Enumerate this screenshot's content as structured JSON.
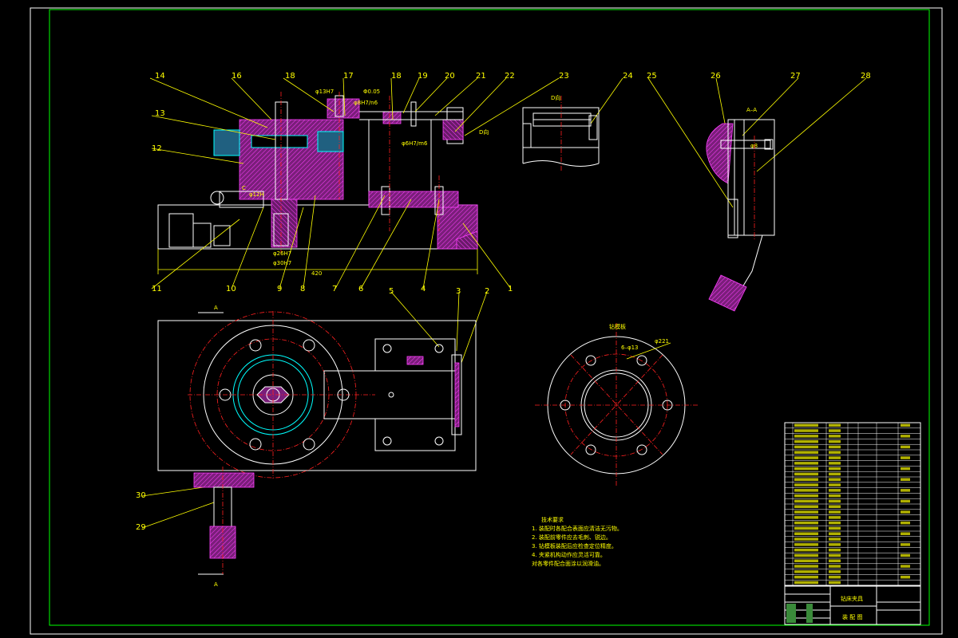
{
  "drawing": {
    "section_marks": {
      "a_top": "A",
      "a_bottom": "A",
      "section_title": "A–A",
      "view_title": "D向",
      "view_title_b": "D向",
      "bolt_circle_title": "钻模板"
    },
    "dimensions": {
      "d1": "φ13H7",
      "d2": "Φ0.05",
      "d3": "φ8H7/n6",
      "d4": "φ6H7/m6",
      "d5": "φ12H",
      "d6": "φ26H7",
      "d7": "φ30H7",
      "d8": "420",
      "d9": "C",
      "d10": "φ8",
      "d11": "6–φ13",
      "d12": "φ221"
    },
    "part_numbers": {
      "p1": "1",
      "p2": "2",
      "p3": "3",
      "p4": "4",
      "p5": "5",
      "p6": "6",
      "p7": "7",
      "p8": "8",
      "p9": "9",
      "p10": "10",
      "p11": "11",
      "p12": "12",
      "p13": "13",
      "p14": "14",
      "p16": "16",
      "p17": "17",
      "p18a": "18",
      "p18b": "18",
      "p19": "19",
      "p20": "20",
      "p21": "21",
      "p22": "22",
      "p23": "23",
      "p24": "24",
      "p25": "25",
      "p26": "26",
      "p27": "27",
      "p28": "28",
      "p29": "29",
      "p30": "30"
    },
    "technical_requirements": {
      "title": "技术要求",
      "line1": "1. 装配时各配合表面应清洁无污物。",
      "line2": "2. 装配前零件应去毛刺、锐边。",
      "line3": "3. 钻模板装配后应检查定位精度。",
      "line4": "4. 夹紧机构动作应灵活可靠。",
      "line5": "对各零件配合面涂以润滑油。"
    },
    "title_block": {
      "drawing_name": "钻床夹具",
      "sub_name": "装 配 图"
    },
    "colors": {
      "frame": "#00ff00",
      "outline": "#ffffff",
      "hatch": "#ff40ff",
      "centerline": "#ff2020",
      "leader": "#ffff00",
      "cyan": "#00ffff"
    }
  }
}
